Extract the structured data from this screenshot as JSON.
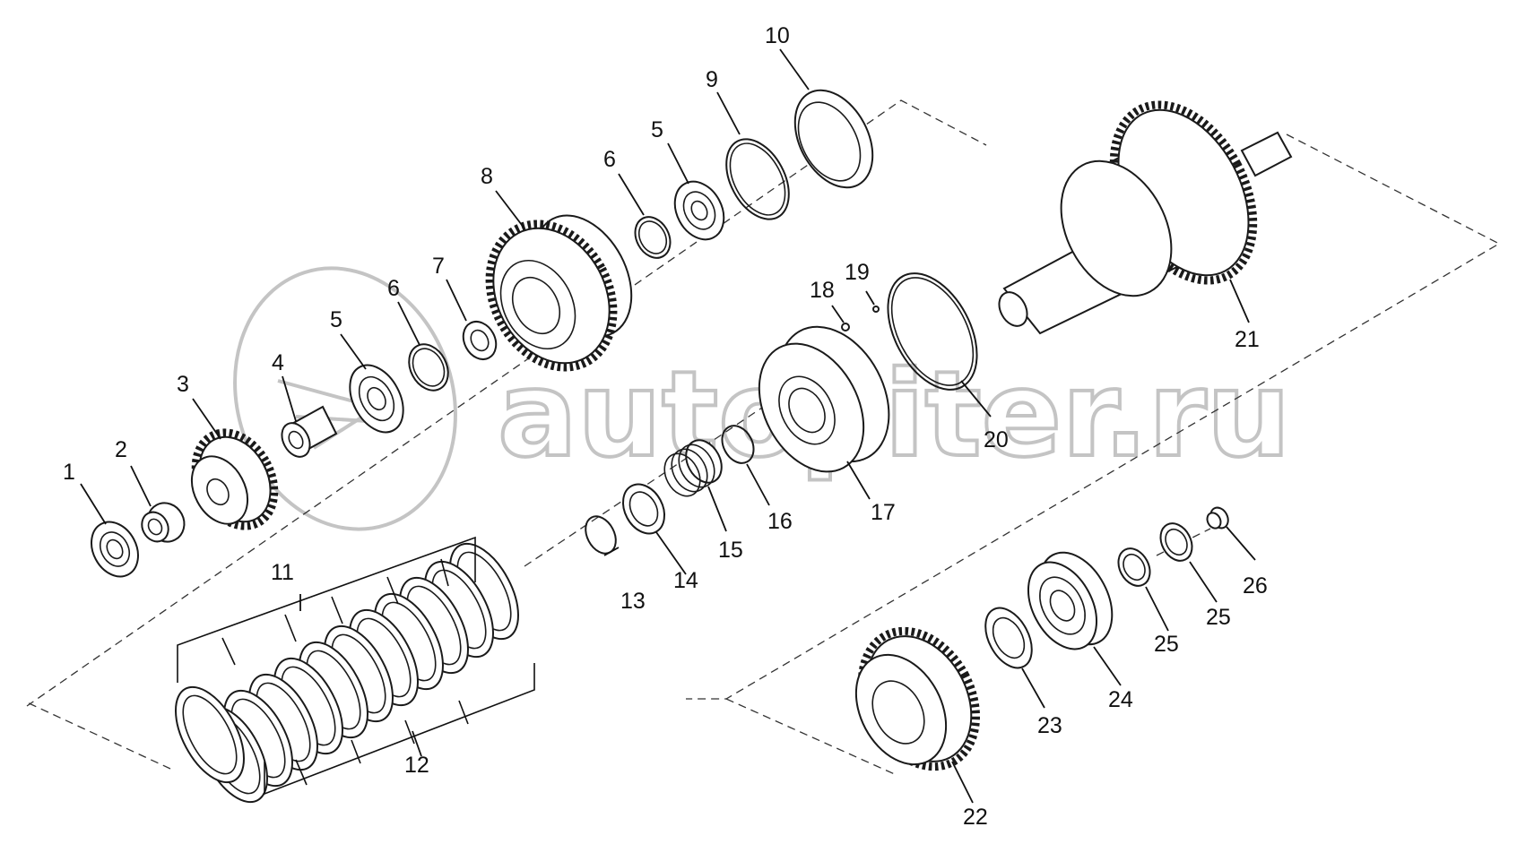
{
  "watermark": {
    "text": "autopiter.ru"
  },
  "callouts": [
    {
      "id": "c1",
      "label": "1"
    },
    {
      "id": "c2",
      "label": "2"
    },
    {
      "id": "c3",
      "label": "3"
    },
    {
      "id": "c4",
      "label": "4"
    },
    {
      "id": "c5a",
      "label": "5"
    },
    {
      "id": "c5b",
      "label": "5"
    },
    {
      "id": "c6a",
      "label": "6"
    },
    {
      "id": "c6b",
      "label": "6"
    },
    {
      "id": "c7",
      "label": "7"
    },
    {
      "id": "c8",
      "label": "8"
    },
    {
      "id": "c9",
      "label": "9"
    },
    {
      "id": "c10",
      "label": "10"
    },
    {
      "id": "c11",
      "label": "11"
    },
    {
      "id": "c12",
      "label": "12"
    },
    {
      "id": "c13",
      "label": "13"
    },
    {
      "id": "c14",
      "label": "14"
    },
    {
      "id": "c15",
      "label": "15"
    },
    {
      "id": "c16",
      "label": "16"
    },
    {
      "id": "c17",
      "label": "17"
    },
    {
      "id": "c18",
      "label": "18"
    },
    {
      "id": "c19",
      "label": "19"
    },
    {
      "id": "c20",
      "label": "20"
    },
    {
      "id": "c21",
      "label": "21"
    },
    {
      "id": "c22",
      "label": "22"
    },
    {
      "id": "c23",
      "label": "23"
    },
    {
      "id": "c24",
      "label": "24"
    },
    {
      "id": "c25a",
      "label": "25"
    },
    {
      "id": "c25b",
      "label": "25"
    },
    {
      "id": "c26",
      "label": "26"
    }
  ]
}
